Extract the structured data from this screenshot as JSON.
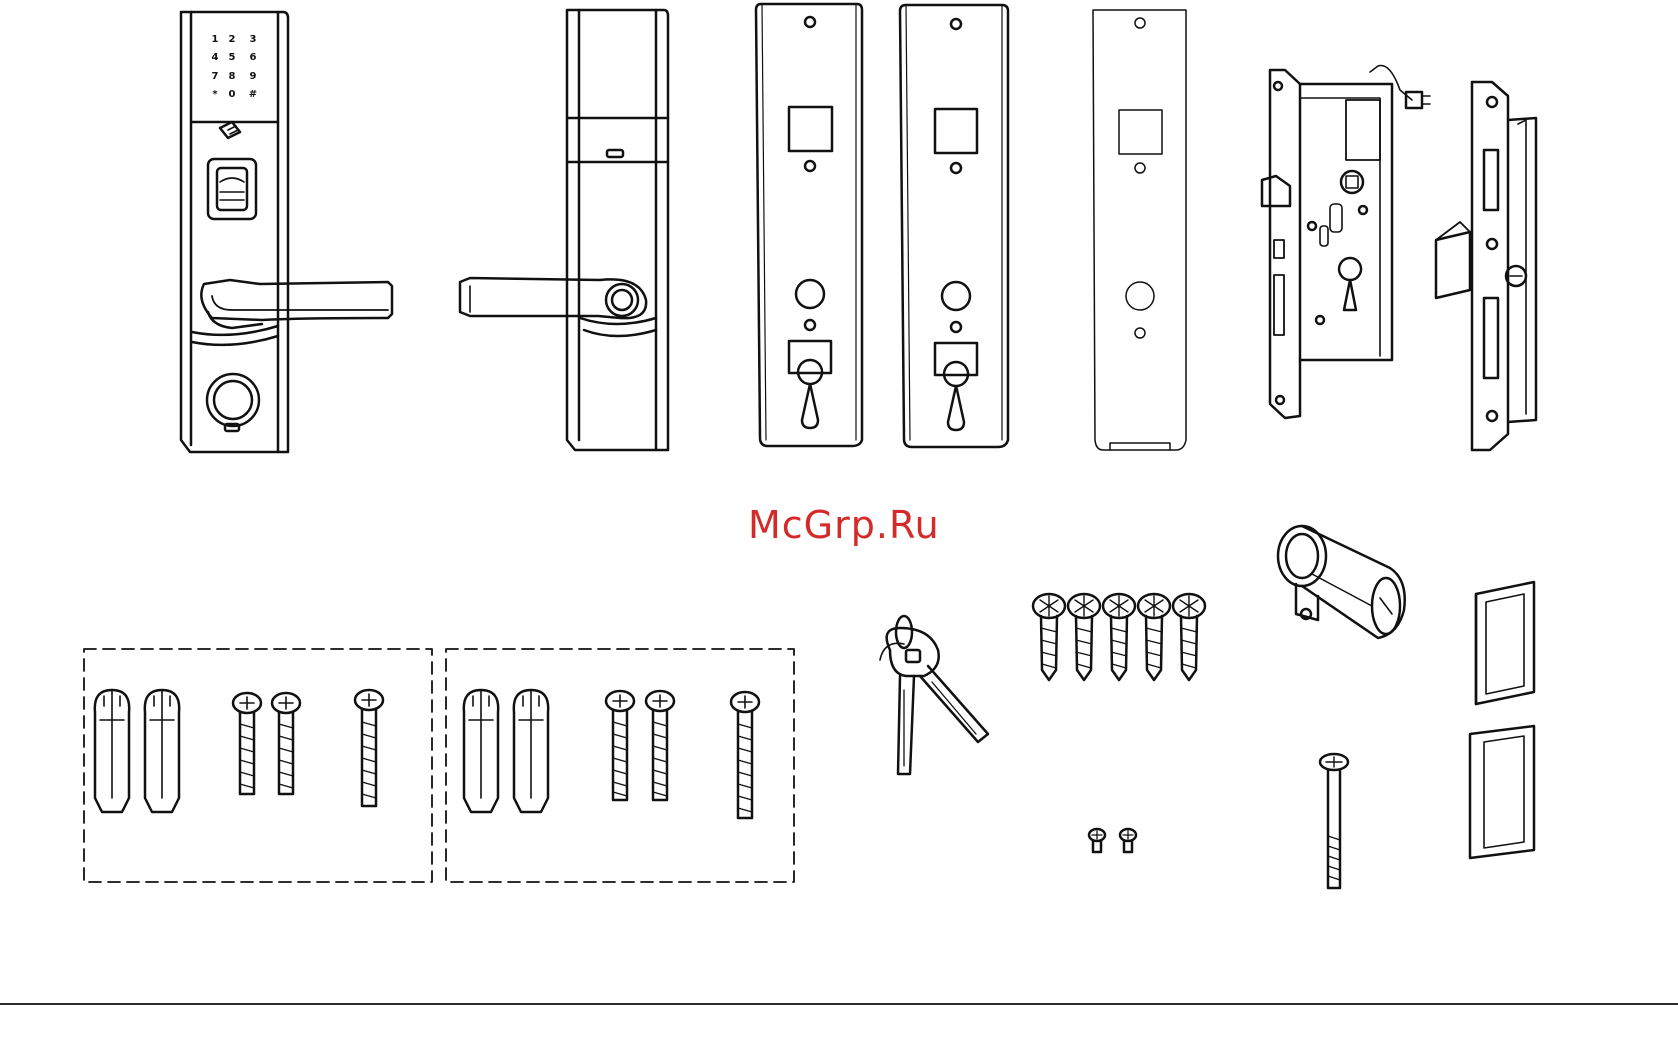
{
  "watermark": "McGrp.Ru",
  "keypad": {
    "rows": [
      [
        "1",
        "2",
        "3"
      ],
      [
        "4",
        "5",
        "6"
      ],
      [
        "7",
        "8",
        "9"
      ],
      [
        "*",
        "0",
        "#"
      ]
    ]
  },
  "colors": {
    "line": "#111111",
    "watermark": "#d42a2a",
    "background": "#ffffff"
  },
  "icons": {
    "card_reader": "rfid-card-icon",
    "fingerprint": "fingerprint-sensor-icon"
  }
}
